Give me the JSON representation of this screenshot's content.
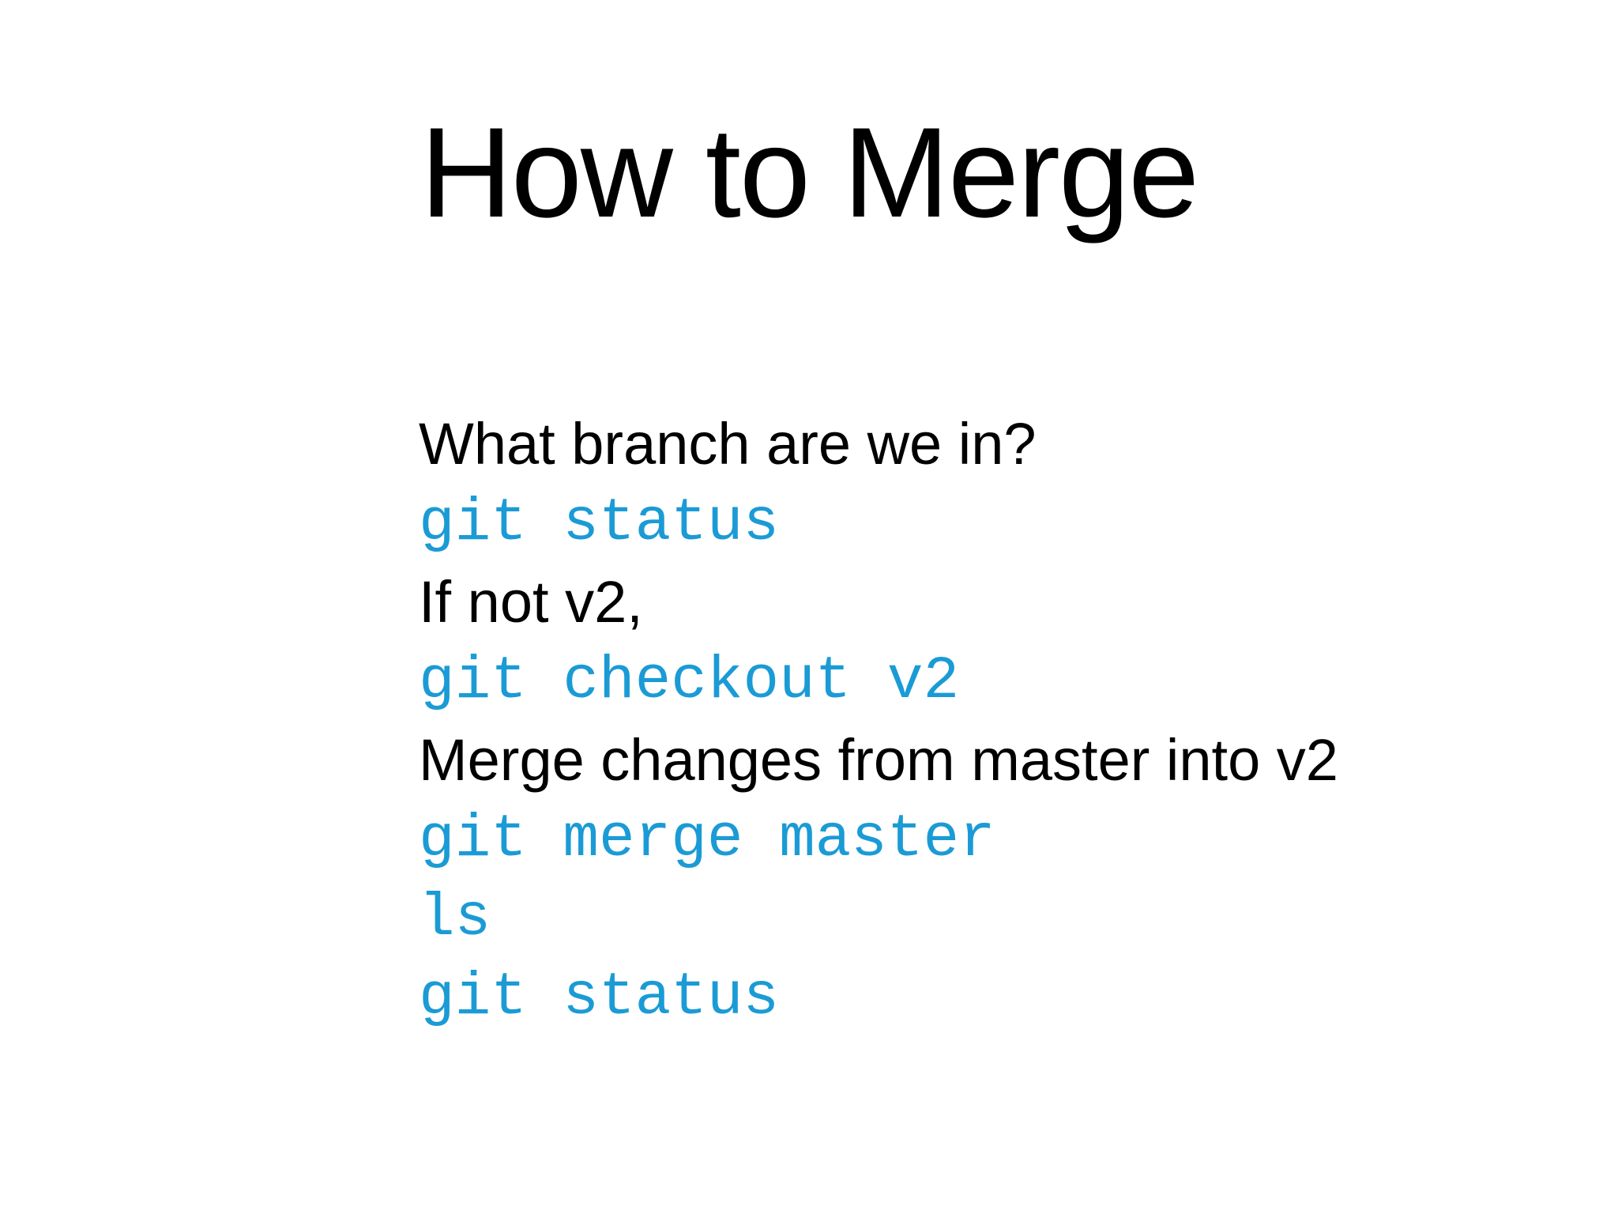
{
  "slide": {
    "title": "How to Merge",
    "lines": [
      {
        "type": "plain",
        "text": "What branch are we in?"
      },
      {
        "type": "code",
        "text": "git status"
      },
      {
        "type": "plain",
        "text": "If not v2,"
      },
      {
        "type": "code",
        "text": "git checkout v2"
      },
      {
        "type": "plain",
        "text": "Merge changes from master into v2"
      },
      {
        "type": "code",
        "text": "git merge master"
      },
      {
        "type": "code",
        "text": "ls"
      },
      {
        "type": "code",
        "text": "git status"
      }
    ],
    "colors": {
      "background": "#ffffff",
      "text": "#000000",
      "code": "#1b9bd5"
    }
  }
}
